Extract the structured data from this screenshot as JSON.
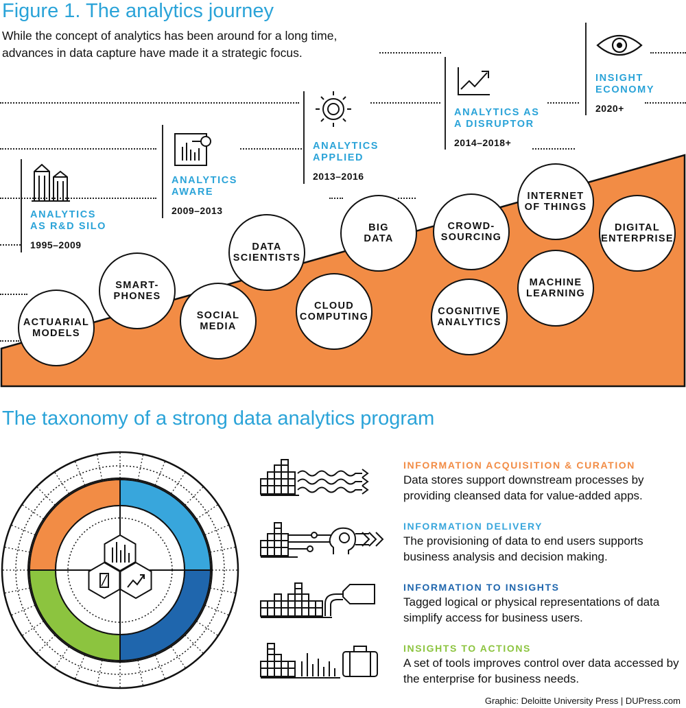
{
  "figure": {
    "title": "Figure 1. The analytics journey",
    "intro": "While the concept of analytics has been around for a long time, advances in data capture have made it a strategic focus."
  },
  "eras": [
    {
      "label": "ANALYTICS\nAS R&D SILO",
      "years": "1995–2009",
      "icon": "silo-icon"
    },
    {
      "label": "ANALYTICS\nAWARE",
      "years": "2009–2013",
      "icon": "chart-magnifier-icon"
    },
    {
      "label": "ANALYTICS\nAPPLIED",
      "years": "2013–2016",
      "icon": "gear-sun-icon"
    },
    {
      "label": "ANALYTICS AS\nA DISRUPTOR",
      "years": "2014–2018+",
      "icon": "trend-up-icon"
    },
    {
      "label": "INSIGHT\nECONOMY",
      "years": "2020+",
      "icon": "eye-icon"
    }
  ],
  "milestones": [
    "ACTUARIAL\nMODELS",
    "SMART-\nPHONES",
    "SOCIAL\nMEDIA",
    "DATA\nSCIENTISTS",
    "CLOUD\nCOMPUTING",
    "BIG\nDATA",
    "COGNITIVE\nANALYTICS",
    "CROWD-\nSOURCING",
    "MACHINE\nLEARNING",
    "INTERNET\nOF THINGS",
    "DIGITAL\nENTERPRISE"
  ],
  "taxonomy": {
    "title": "The taxonomy of a strong data analytics program",
    "items": [
      {
        "heading": "INFORMATION ACQUISITION & CURATION",
        "color": "#f28c45",
        "desc": "Data stores support downstream processes by providing cleansed data for value-added apps."
      },
      {
        "heading": "INFORMATION DELIVERY",
        "color": "#38a6dc",
        "desc": "The provisioning of data to end users supports business analysis and decision making."
      },
      {
        "heading": "INFORMATION TO INSIGHTS",
        "color": "#1f66ad",
        "desc": "Tagged logical or physical representations of data simplify access for business users."
      },
      {
        "heading": "INSIGHTS TO ACTIONS",
        "color": "#8cc43f",
        "desc": "A set of tools improves control over data accessed by the enterprise for business needs."
      }
    ]
  },
  "colors": {
    "accent_blue": "#2aa3d8",
    "orange": "#f28c45",
    "light_blue": "#38a6dc",
    "dark_blue": "#1f66ad",
    "green": "#8cc43f"
  },
  "credit": "Graphic: Deloitte University Press  |  DUPress.com"
}
